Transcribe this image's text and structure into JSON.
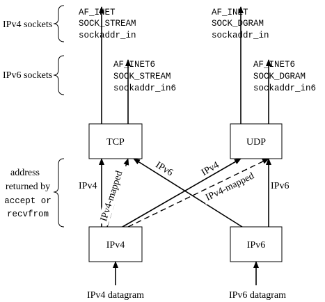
{
  "brace_labels": {
    "ipv4_sockets": "IPv4 sockets",
    "ipv6_sockets": "IPv6 sockets",
    "address_returned": [
      "address",
      "returned by",
      "accept or",
      "recvfrom"
    ]
  },
  "socket_groups": {
    "ipv4_tcp": [
      "AF_INET",
      "SOCK_STREAM",
      "sockaddr_in"
    ],
    "ipv4_udp": [
      "AF_INET",
      "SOCK_DGRAM",
      "sockaddr_in"
    ],
    "ipv6_tcp": [
      "AF_INET6",
      "SOCK_STREAM",
      "sockaddr_in6"
    ],
    "ipv6_udp": [
      "AF_INET6",
      "SOCK_DGRAM",
      "sockaddr_in6"
    ]
  },
  "boxes": {
    "tcp": "TCP",
    "udp": "UDP",
    "ipv4": "IPv4",
    "ipv6": "IPv6"
  },
  "arrow_labels": {
    "tcp_ipv4": "IPv4",
    "tcp_ipv4_mapped": "IPv4-mapped",
    "tcp_ipv6": "IPv6",
    "udp_ipv4": "IPv4",
    "udp_ipv4_mapped": "IPv4-mapped",
    "udp_ipv6": "IPv6"
  },
  "inputs": {
    "ipv4_datagram": "IPv4 datagram",
    "ipv6_datagram": "IPv6 datagram"
  }
}
